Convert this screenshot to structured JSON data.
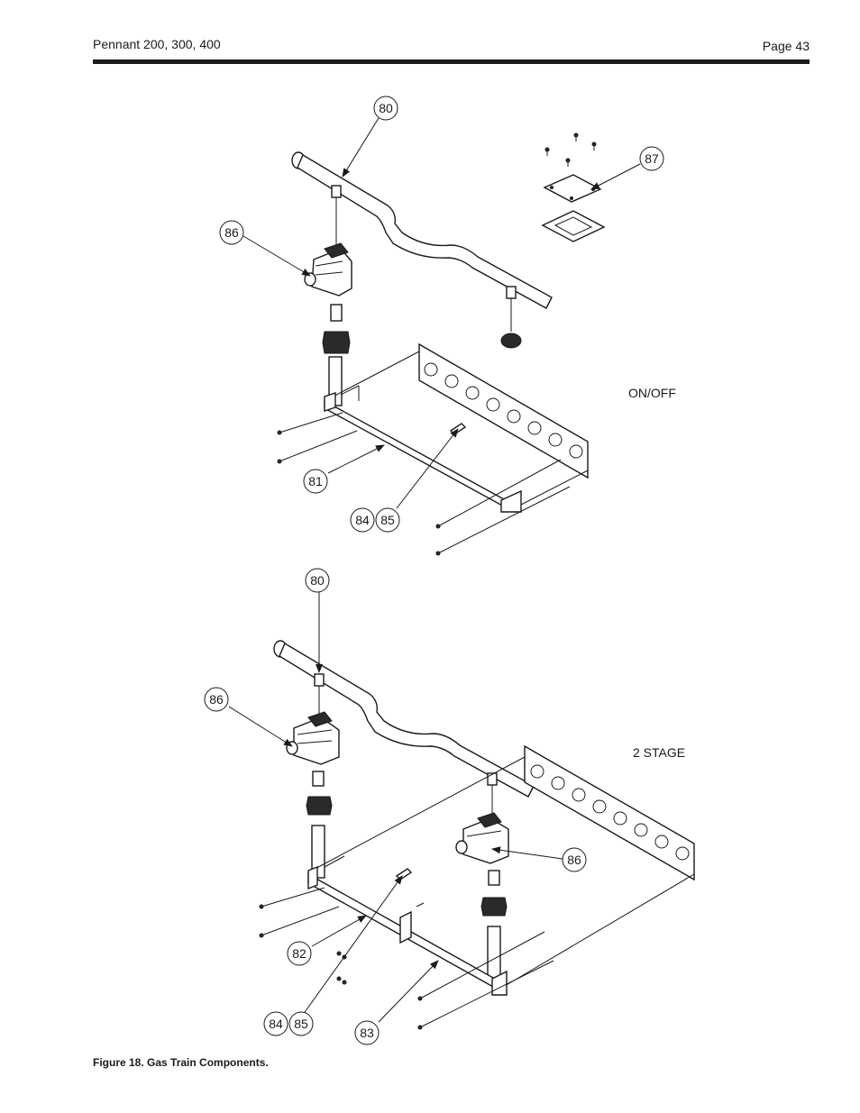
{
  "header": {
    "left": "Pennant 200, 300, 400",
    "right": "Page 43"
  },
  "caption": "Figure 18. Gas Train Components.",
  "assemblies": {
    "top_label": "ON/OFF",
    "bottom_label": "2 STAGE"
  },
  "callouts": {
    "top": [
      "80",
      "87",
      "86",
      "81",
      "84",
      "85"
    ],
    "bottom": [
      "80",
      "86",
      "86",
      "82",
      "84",
      "85",
      "83"
    ]
  }
}
